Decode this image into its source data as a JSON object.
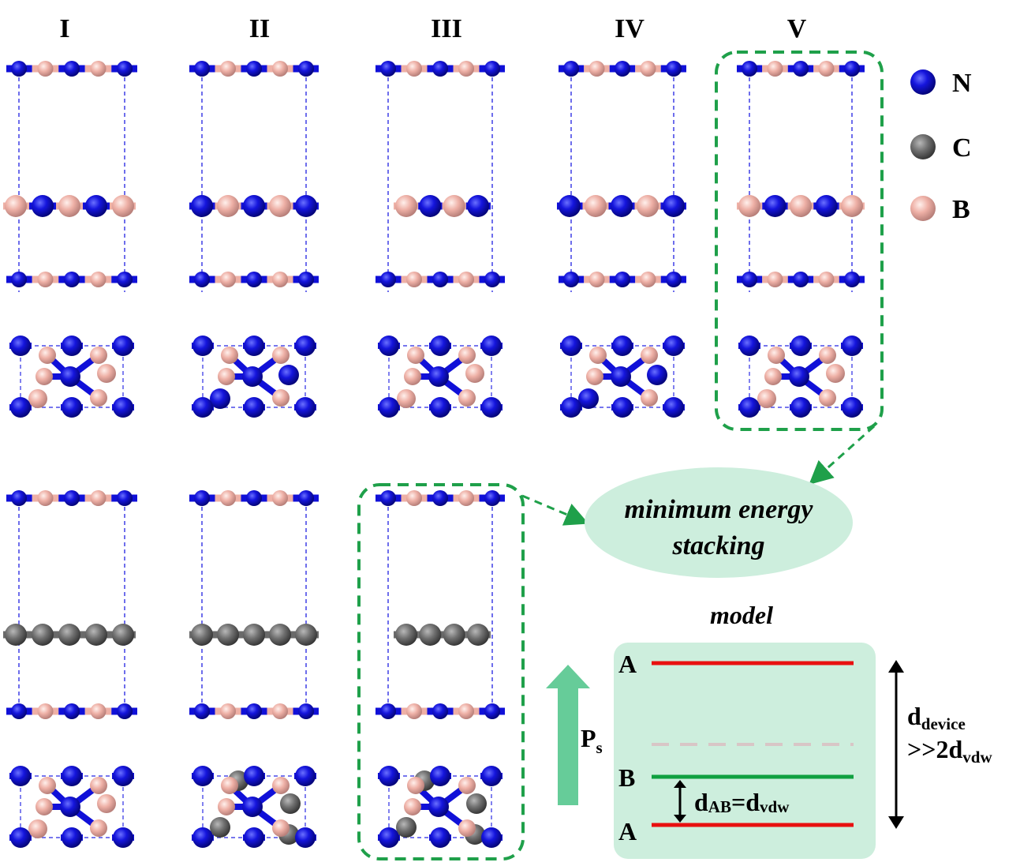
{
  "columns": [
    "I",
    "II",
    "III",
    "IV",
    "V"
  ],
  "legend": [
    {
      "symbol": "N",
      "color": "#1010d8",
      "icon": "nitrogen-atom-icon"
    },
    {
      "symbol": "C",
      "color": "#6a6a6a",
      "icon": "carbon-atom-icon"
    },
    {
      "symbol": "B",
      "color": "#f0b0a8",
      "icon": "boron-atom-icon"
    }
  ],
  "bubble": {
    "line1": "minimum energy",
    "line2": "stacking"
  },
  "model": {
    "title": "model",
    "top_layer": "A",
    "middle_layer": "B",
    "bottom_layer": "A",
    "d_ab": {
      "main": "d",
      "sub1": "AB",
      "eq": "=d",
      "sub2": "vdw"
    },
    "d_device": {
      "main": "d",
      "sub": "device",
      "line2_main": ">>2d",
      "line2_sub": "vdw"
    },
    "polarization": {
      "main": "P",
      "sub": "s"
    }
  },
  "colors": {
    "nitrogen": "#1010d8",
    "carbon": "#6a6a6a",
    "boron": "#f0b0a8",
    "highlight": "#1fa04a",
    "bubble_fill": "#cdeedd",
    "layer_red": "#e81010",
    "layer_green": "#10a040",
    "arrow_green": "#66cc99"
  }
}
